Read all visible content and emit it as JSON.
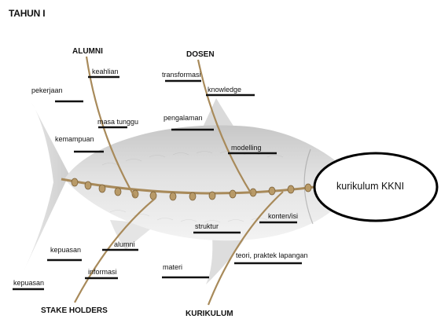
{
  "title": "TAHUN I",
  "head": "kurikulum KKNI",
  "categories": {
    "alumni": "ALUMNI",
    "dosen": "DOSEN",
    "stakeholders": "STAKE HOLDERS",
    "kurikulum": "KURIKULUM"
  },
  "causes": {
    "alumni": [
      "keahlian",
      "pekerjaan",
      "masa tunggu",
      "kemampuan"
    ],
    "dosen": [
      "transformasi",
      "knowledge",
      "pengalaman",
      "modelling"
    ],
    "stakeholders": [
      "alumni",
      "kepuasan",
      "informasi",
      "kepuasan"
    ],
    "kurikulum": [
      "konten/isi",
      "struktur",
      "teori, praktek lapangan",
      "materi"
    ]
  },
  "colors": {
    "bone": "#a88a5a",
    "fish_body": "#d9d9d9",
    "head_fill": "#ffffff",
    "head_stroke": "#000000"
  }
}
